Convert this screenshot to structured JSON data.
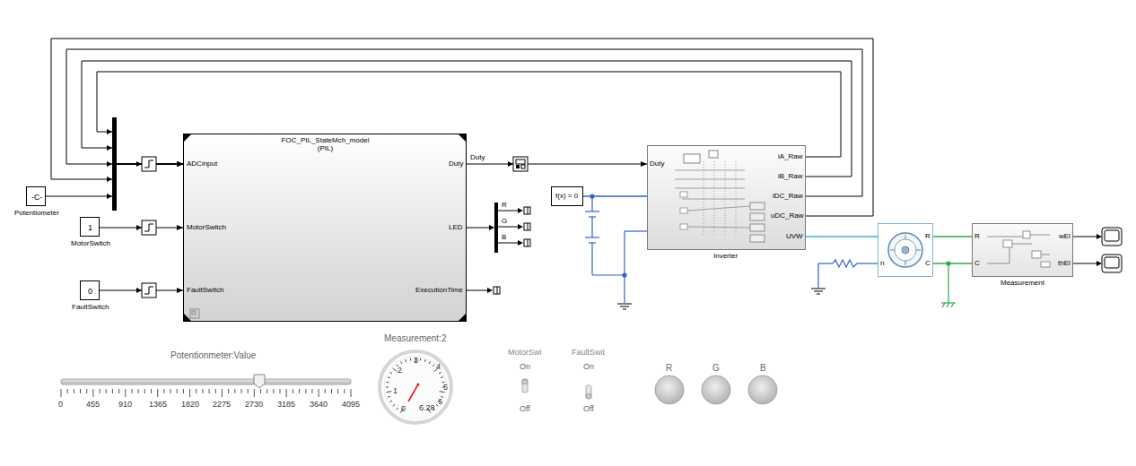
{
  "diagram": {
    "nodes": [
      {
        "text": [
          "-C-",
          "Potentiometer"
        ]
      },
      {
        "text": [
          "1",
          "MotorSwitch"
        ]
      },
      {
        "text": [
          "0",
          "FaultSwitch"
        ]
      },
      {
        "text": [
          "FOC_PIL_StateMch_model (PIL)",
          "ADCinput",
          "MotorSwitch",
          "FaultSwitch",
          "Duty",
          "LED",
          "ExecutionTime"
        ]
      },
      {
        "text": [
          "f(x) = 0"
        ]
      },
      {
        "text": [
          "Duty",
          "iA_Raw",
          "iB_Raw",
          "iDC_Raw",
          "uDC_Raw",
          "UVW",
          "Inverter"
        ]
      },
      {
        "text": [
          "n",
          "R",
          "C"
        ]
      },
      {
        "text": [
          "R",
          "C",
          "wEl",
          "thEl",
          "Measurement"
        ]
      }
    ],
    "edges": [
      {
        "from": 0,
        "to": 3,
        "arrow": "to"
      },
      {
        "from": 1,
        "to": 3,
        "arrow": "to"
      },
      {
        "from": 2,
        "to": 3,
        "arrow": "to"
      },
      {
        "from": 3,
        "to": 5,
        "label": "Duty",
        "arrow": "to"
      },
      {
        "from": 5,
        "to": 3,
        "arrow": "to"
      },
      {
        "from": 5,
        "to": 3,
        "arrow": "to"
      },
      {
        "from": 5,
        "to": 3,
        "arrow": "to"
      },
      {
        "from": 5,
        "to": 3,
        "arrow": "to"
      },
      {
        "from": 5,
        "to": 6,
        "arrow": "none"
      },
      {
        "from": 6,
        "to": 7,
        "arrow": "none"
      },
      {
        "from": 6,
        "to": 7,
        "arrow": "none"
      },
      {
        "from": 4,
        "to": 5,
        "arrow": "none"
      }
    ],
    "labels": [
      "R",
      "G",
      "B",
      "Potentionmeter:Value",
      "0",
      "455",
      "910",
      "1365",
      "1820",
      "2275",
      "2730",
      "3185",
      "3640",
      "4095",
      "Measurement:2",
      "0",
      "1",
      "2",
      "3",
      "4",
      "5",
      "6",
      "6.28",
      "MotorSwi",
      "On",
      "Off",
      "FaultSwit",
      "On",
      "Off",
      "R",
      "G",
      "B"
    ]
  }
}
